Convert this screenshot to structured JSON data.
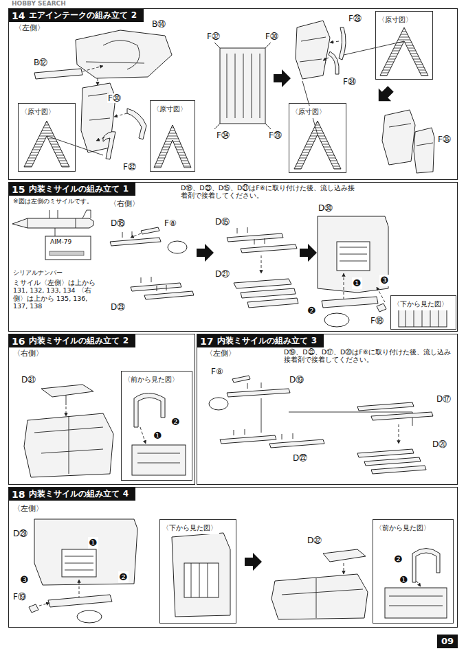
{
  "diagram": {
    "nodes": [
      {
        "text": [
          "14",
          "エアインテークの組み立て 2"
        ]
      },
      {
        "text": [
          "〈原寸図〉"
        ],
        "in": 0
      },
      {
        "text": [
          "〈原寸図〉"
        ],
        "in": 0
      },
      {
        "text": [
          "〈原寸図〉"
        ],
        "in": 0
      },
      {
        "text": [
          "〈原寸図〉"
        ],
        "in": 0
      },
      {
        "text": [
          "15",
          "内装ミサイルの組み立て 1"
        ]
      },
      {
        "text": [
          "〈下から見た図〉"
        ],
        "in": 5
      },
      {
        "text": [
          "16",
          "内装ミサイルの組み立て 2"
        ]
      },
      {
        "text": [
          "〈前から見た図〉"
        ],
        "in": 7
      },
      {
        "text": [
          "17",
          "内装ミサイルの組み立て 3"
        ]
      },
      {
        "text": [
          "18",
          "内装ミサイルの組み立て 4"
        ]
      },
      {
        "text": [
          "〈下から見た図〉"
        ],
        "in": 10
      },
      {
        "text": [
          "〈前から見た図〉"
        ],
        "in": 10
      }
    ],
    "labels": [
      "HOBBY SEARCH",
      "〈左側〉",
      "B⑫",
      "B⑭",
      "F㉚",
      "F㉜",
      "F㉜",
      "F㉚",
      "F㉞",
      "F㉘",
      "F㉘",
      "F㉞",
      "F㉟",
      "D⑱、D㉓、D⑮、D㉑はF⑧に取り付けた後、流し込み接着剤で接着してください。",
      "※図は左側のミサイルです。",
      "AIM-79",
      "シリアルナンバー",
      "ミサイル〈左側〉は上から 131, 132, 133, 134 〈右側〉は上から 135, 136, 137, 138",
      "〈右側〉",
      "D⑱",
      "F⑧",
      "D㉓",
      "D⑮",
      "D㉑",
      "D㉚",
      "❶",
      "❷",
      "❸",
      "F⑱",
      "〈右側〉",
      "D㉛",
      "❷",
      "❶",
      "〈左側〉",
      "D⑲、D㉒、D⑰、D⑳はF⑧に取り付けた後、流し込み接着剤で接着してください。",
      "F⑧",
      "D⑲",
      "D⑰",
      "D⑳",
      "D㉒",
      "〈左側〉",
      "D㉙",
      "❶",
      "❷",
      "❸",
      "F⑲",
      "D㉜",
      "❷",
      "❶",
      "09"
    ]
  }
}
